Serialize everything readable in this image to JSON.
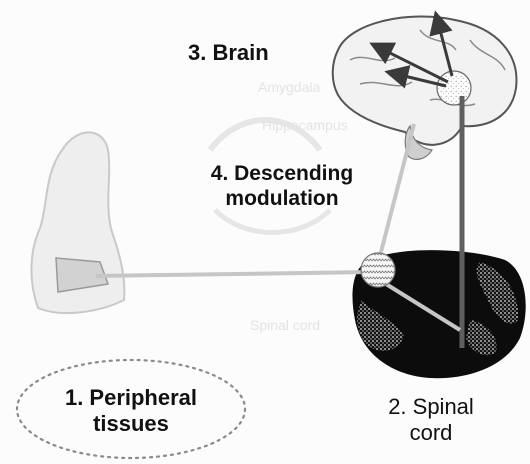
{
  "labels": {
    "brain": "3. Brain",
    "descending_line1": "4. Descending",
    "descending_line2": "modulation",
    "peripheral_line1": "1. Peripheral",
    "peripheral_line2": "tissues",
    "spinal_line1": "2. Spinal",
    "spinal_line2": "cord"
  },
  "faint_background_text": [
    "Amygdala",
    "Hippocampus",
    "Spinal cord"
  ],
  "colors": {
    "pathway": "#c6c6c6",
    "descending_pathway": "#5f5f5f",
    "arrow": "#3a3a3a",
    "spinal_cord_fill": "#0c0c0c",
    "tissue_fill": "#ececec",
    "nociceptor_patch": "#d2d2d2"
  }
}
